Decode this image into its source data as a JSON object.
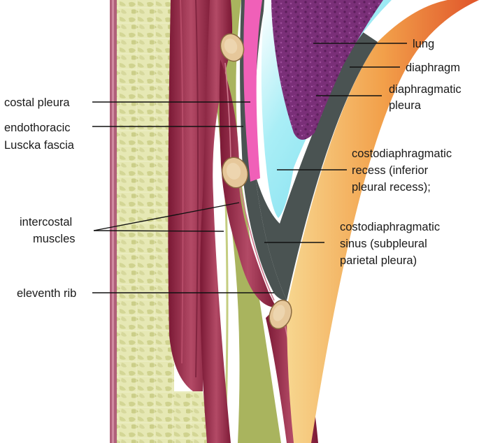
{
  "labels": {
    "lung": "lung",
    "diaphragm": "diaphragm",
    "diaphragmatic_pleura": [
      "diaphragmatic",
      "pleura"
    ],
    "costal_pleura": "costal pleura",
    "endothoracic_fascia": [
      "endothoracic",
      "Luscka fascia"
    ],
    "costodiaphragmatic_recess": [
      "costodiaphragmatic",
      "recess (inferior",
      "pleural recess);"
    ],
    "intercostal_muscles": [
      "intercostal",
      "muscles"
    ],
    "costodiaphragmatic_sinus": [
      "costodiaphragmatic",
      "sinus (subpleural",
      "parietal pleura)"
    ],
    "eleventh_rib": "eleventh rib"
  },
  "colors": {
    "skin": "#b0607a",
    "fat": "#e4e6b0",
    "fat_cell": "#c9cc86",
    "muscle": "#8c1f3e",
    "muscle_light": "#b8445f",
    "fascia": "#a9b45e",
    "pleura_pink": "#f060b8",
    "sinus": "#4a5352",
    "recess": "#8fe6f2",
    "lung": "#7a2f78",
    "diaphragm_outer": "#e5702a",
    "diaphragm_inner": "#f3c27a",
    "rib": "#e6c79a"
  }
}
